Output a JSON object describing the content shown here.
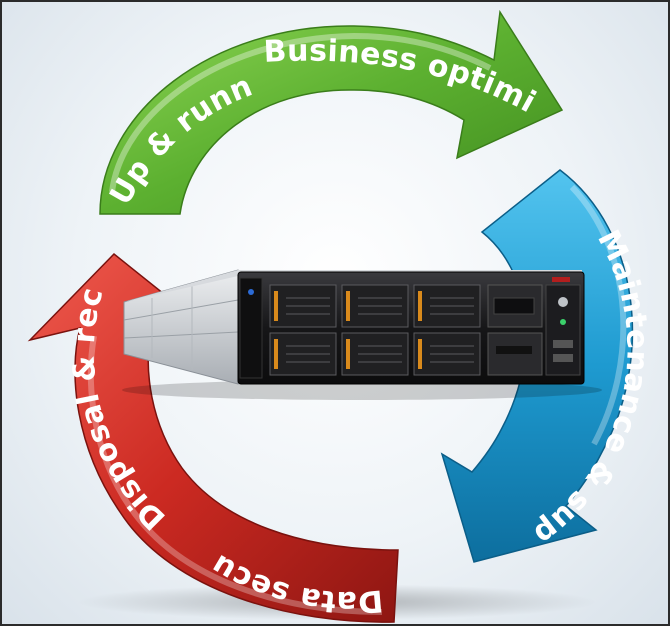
{
  "cycle": {
    "stages": [
      {
        "id": "up-running",
        "label": "Up & running",
        "color": "#5cb030"
      },
      {
        "id": "business-optimization",
        "label": "Business optimization",
        "color": "#5cb030"
      },
      {
        "id": "maintenance-support",
        "label": "Maintenance & support",
        "color": "#1e9ad0"
      },
      {
        "id": "disposal-recycling",
        "label": "Disposal & recycling",
        "color": "#cc2a22"
      },
      {
        "id": "data-security",
        "label": "Data security",
        "color": "#cc2a22"
      }
    ]
  },
  "colors": {
    "green": "#5cb030",
    "blue": "#1e9ad0",
    "red": "#cc2a22",
    "server_body": "#1a1a1c",
    "server_side": "#c9cdd2"
  },
  "center_image": {
    "icon": "rack-server-image"
  }
}
